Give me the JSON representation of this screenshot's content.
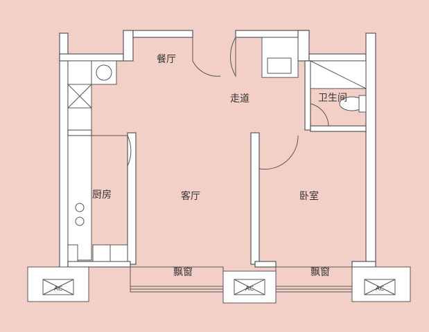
{
  "colors": {
    "background": "#f3d0c7",
    "wall": "#ffffff",
    "line": "#555555",
    "text": "#333333"
  },
  "rooms": {
    "dining": "餐厅",
    "hallway": "走道",
    "bathroom": "卫生间",
    "kitchen": "厨房",
    "living": "客厅",
    "bedroom": "卧室",
    "bay_window_left": "飘窗",
    "bay_window_right": "飘窗"
  },
  "ac_units": [
    {
      "label": "AC"
    },
    {
      "label": "AC"
    },
    {
      "label": "AC"
    }
  ]
}
